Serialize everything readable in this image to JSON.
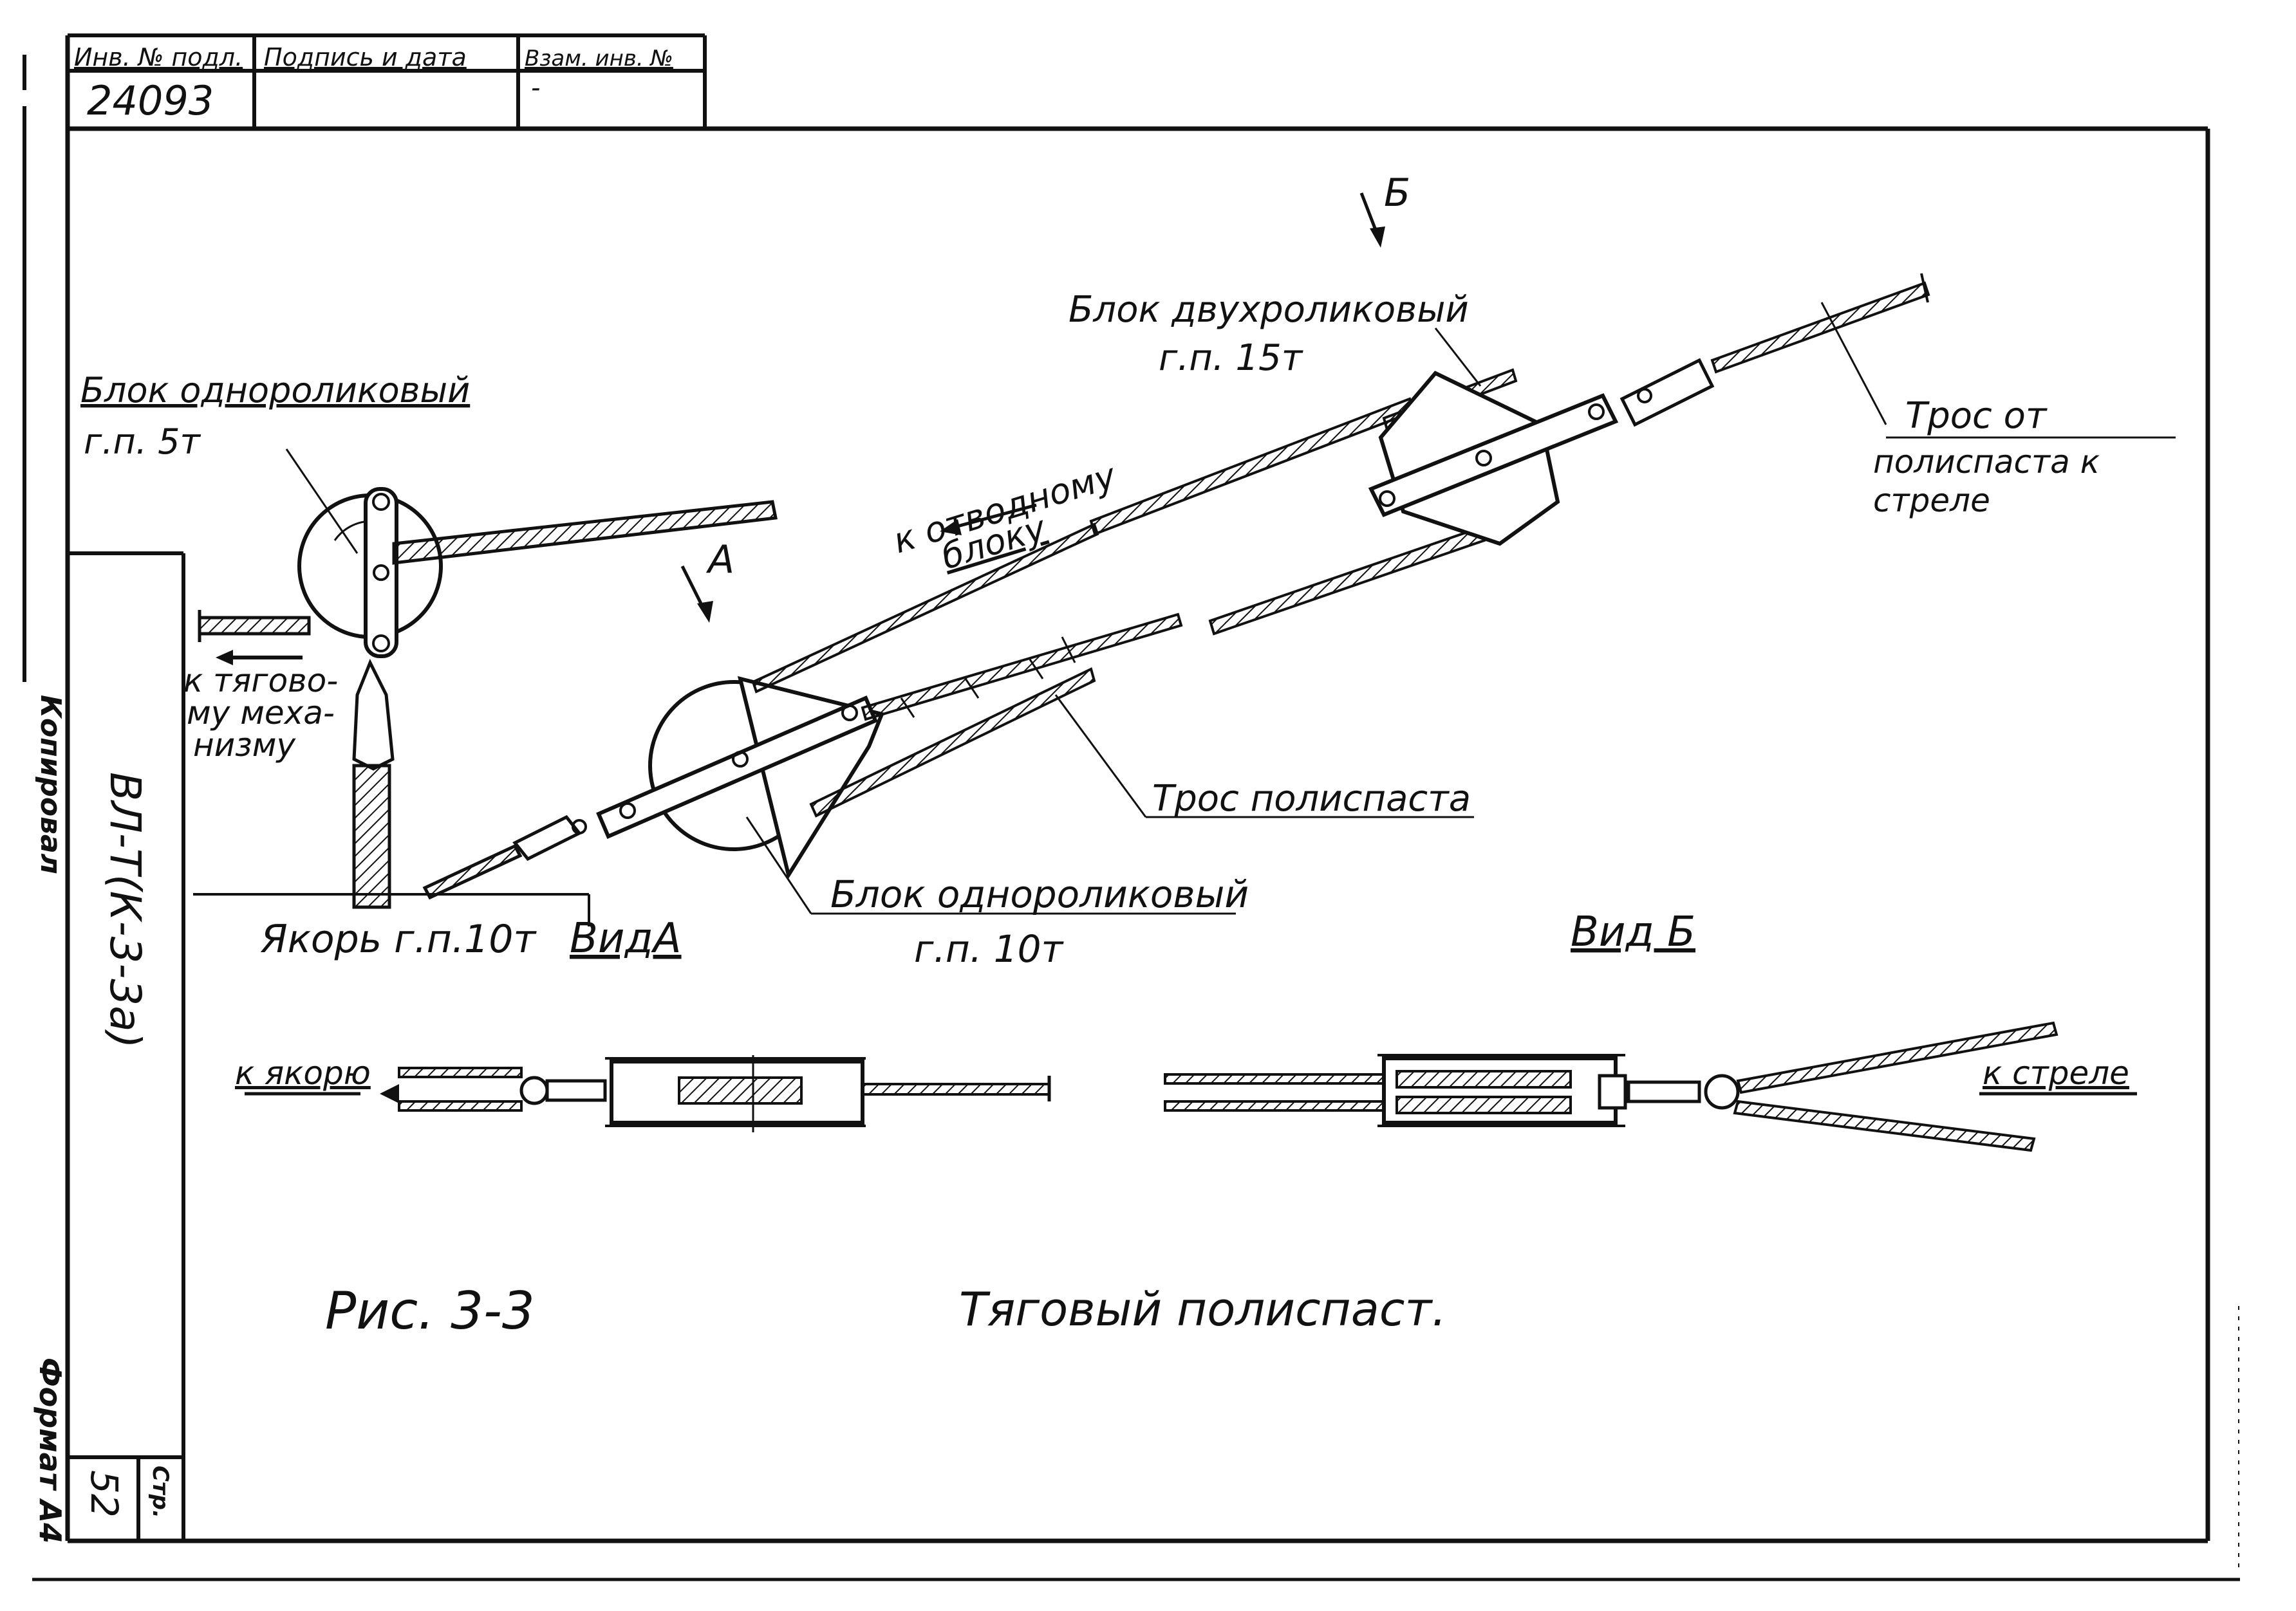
{
  "stamp": {
    "inv_label": "Инв. № подл.",
    "sign_label": "Подпись и дата",
    "vzam_label": "Взам. инв. №",
    "inv_value": "24093",
    "vzam_value": "-"
  },
  "side": {
    "kopiroval": "Копировал",
    "format": "Формат А4",
    "doc_code": "ВЛ-Т(К-3-3а)",
    "page_label": "Стр.",
    "page_number": "52"
  },
  "callouts": {
    "b_marker": "Б",
    "a_marker": "А",
    "block_two_title": "Блок двухроликовый",
    "block_two_load": "г.п. 15т",
    "block_one_5_title": "Блок однороликовый",
    "block_one_5_load": "г.п. 5т",
    "block_one_10_title": "Блок однороликовый",
    "block_one_10_load": "г.п. 10т",
    "rope_from_1": "Трос от",
    "rope_from_2": "полиспаста к",
    "rope_from_3": "стреле",
    "to_diverter_1": "к отводному",
    "to_diverter_2": "блоку",
    "to_traction_1": "к тягово-",
    "to_traction_2": "му меха-",
    "to_traction_3": "низму",
    "pulley_rope": "Трос полиспаста",
    "anchor": "Якорь г.п.10т",
    "view_a": "ВидА",
    "view_b": "Вид Б",
    "to_anchor": "к якорю",
    "to_boom": "к стреле"
  },
  "figure": {
    "number": "Рис. 3-3",
    "title": "Тяговый полиспаст."
  }
}
